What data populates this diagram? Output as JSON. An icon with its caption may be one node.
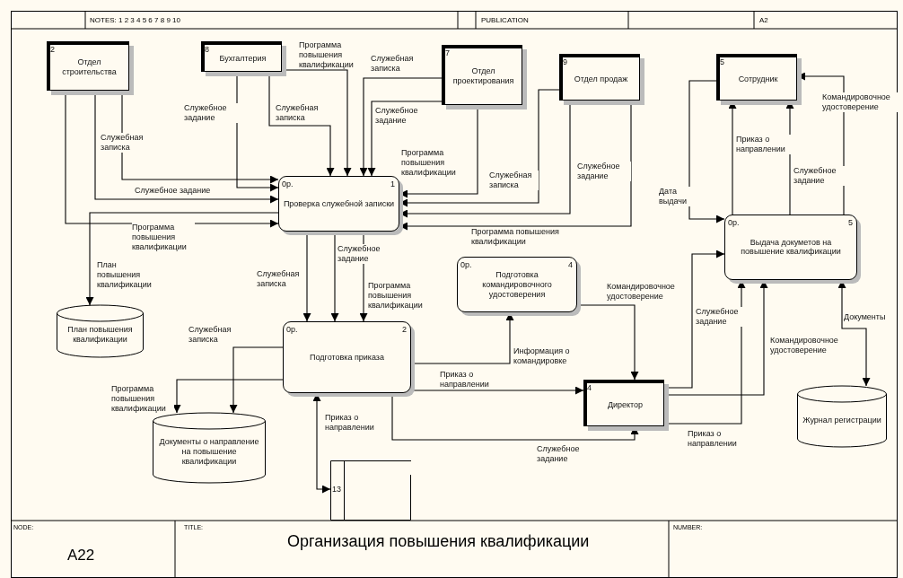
{
  "diagram": {
    "title": "Организация повышения  квалификации",
    "nodes": [
      {
        "text": [
          "2",
          "Отдел строительства"
        ]
      },
      {
        "text": [
          "8",
          "Бухгалтерия"
        ]
      },
      {
        "text": [
          "7",
          "Отдел проектирования"
        ]
      },
      {
        "text": [
          "9",
          "Отдел продаж"
        ]
      },
      {
        "text": [
          "5",
          "Сотрудник"
        ]
      },
      {
        "text": [
          "0р.",
          "1",
          "Проверка служебной записки"
        ]
      },
      {
        "text": [
          "0р.",
          "4",
          "Подготовка командировочного удостоверения"
        ]
      },
      {
        "text": [
          "0р.",
          "5",
          "Выдача докуметов на повышение квалификации"
        ]
      },
      {
        "text": [
          "План повышения квалификации"
        ]
      },
      {
        "text": [
          "0р.",
          "2",
          "Подготовка приказа"
        ]
      },
      {
        "text": [
          "4",
          "Директор"
        ]
      },
      {
        "text": [
          "Документы о направление на повышение квалификации"
        ]
      },
      {
        "text": [
          "Журнал регистрации"
        ]
      },
      {
        "text": [
          "13"
        ]
      }
    ],
    "edges": [
      {
        "from": 0,
        "to": 5,
        "arrow": "to",
        "label": "Служебная записка"
      },
      {
        "from": 0,
        "to": 5,
        "arrow": "to",
        "label": "Служебное задание"
      },
      {
        "from": 0,
        "to": 5,
        "arrow": "to",
        "label": "Программа повышения квалификации"
      },
      {
        "from": 1,
        "to": 5,
        "arrow": "to",
        "label": "Служебное задание"
      },
      {
        "from": 1,
        "to": 5,
        "arrow": "to",
        "label": "Служебная записка"
      },
      {
        "from": 1,
        "to": 5,
        "arrow": "to",
        "label": "Программа повышения квалификации"
      },
      {
        "from": 2,
        "to": 5,
        "arrow": "to",
        "label": "Служебная записка"
      },
      {
        "from": 2,
        "to": 5,
        "arrow": "to",
        "label": "Служебное задание"
      },
      {
        "from": 2,
        "to": 5,
        "arrow": "to",
        "label": "Программа повышения квалификации"
      },
      {
        "from": 3,
        "to": 5,
        "arrow": "to",
        "label": "Служебная записка"
      },
      {
        "from": 3,
        "to": 5,
        "arrow": "to",
        "label": "Служебное задание"
      },
      {
        "from": 3,
        "to": 5,
        "arrow": "to",
        "label": "Программа повышения квалификации"
      },
      {
        "from": 5,
        "to": 8,
        "arrow": "to",
        "label": "План повышения квалификации"
      },
      {
        "from": 5,
        "to": 9,
        "arrow": "to",
        "label": "Служебная записка"
      },
      {
        "from": 5,
        "to": 9,
        "arrow": "to",
        "label": "Служебное задание"
      },
      {
        "from": 5,
        "to": 9,
        "arrow": "to",
        "label": "Программа повышения квалификации"
      },
      {
        "from": 9,
        "to": 11,
        "arrow": "to",
        "label": "Служебная записка"
      },
      {
        "from": 9,
        "to": 11,
        "arrow": "to",
        "label": "Программа повышения квалификации"
      },
      {
        "from": 9,
        "to": 6,
        "arrow": "to",
        "label": "Информация о командировке"
      },
      {
        "from": 9,
        "to": 10,
        "arrow": "to",
        "label": "Приказ о направлении"
      },
      {
        "from": 9,
        "to": 10,
        "arrow": "to",
        "label": "Служебное задание"
      },
      {
        "from": 6,
        "to": 10,
        "arrow": "to",
        "label": "Командировочное удостоверение"
      },
      {
        "from": 13,
        "to": 9,
        "arrow": "both",
        "label": "Приказ о направлении"
      },
      {
        "from": 10,
        "to": 7,
        "arrow": "to",
        "label": "Служебное задание"
      },
      {
        "from": 10,
        "to": 7,
        "arrow": "to",
        "label": "Командировочное удостоверение"
      },
      {
        "from": 10,
        "to": 7,
        "arrow": "to",
        "label": "Приказ о направлении"
      },
      {
        "from": 7,
        "to": 4,
        "arrow": "to",
        "label": "Приказ о направлении"
      },
      {
        "from": 7,
        "to": 4,
        "arrow": "to",
        "label": "Служебное задание"
      },
      {
        "from": 7,
        "to": 4,
        "arrow": "to",
        "label": "Командировочное удостоверение"
      },
      {
        "from": 4,
        "to": 7,
        "arrow": "to",
        "label": "Дата выдачи"
      },
      {
        "from": 7,
        "to": 12,
        "arrow": "both",
        "label": "Документы"
      }
    ],
    "labels": [
      "NOTES: 1 2 3 4 5 6 7 8 9 10",
      "PUBLICATION",
      "A2",
      "NODE:",
      "A22",
      "TITLE:",
      "NUMBER:"
    ]
  }
}
